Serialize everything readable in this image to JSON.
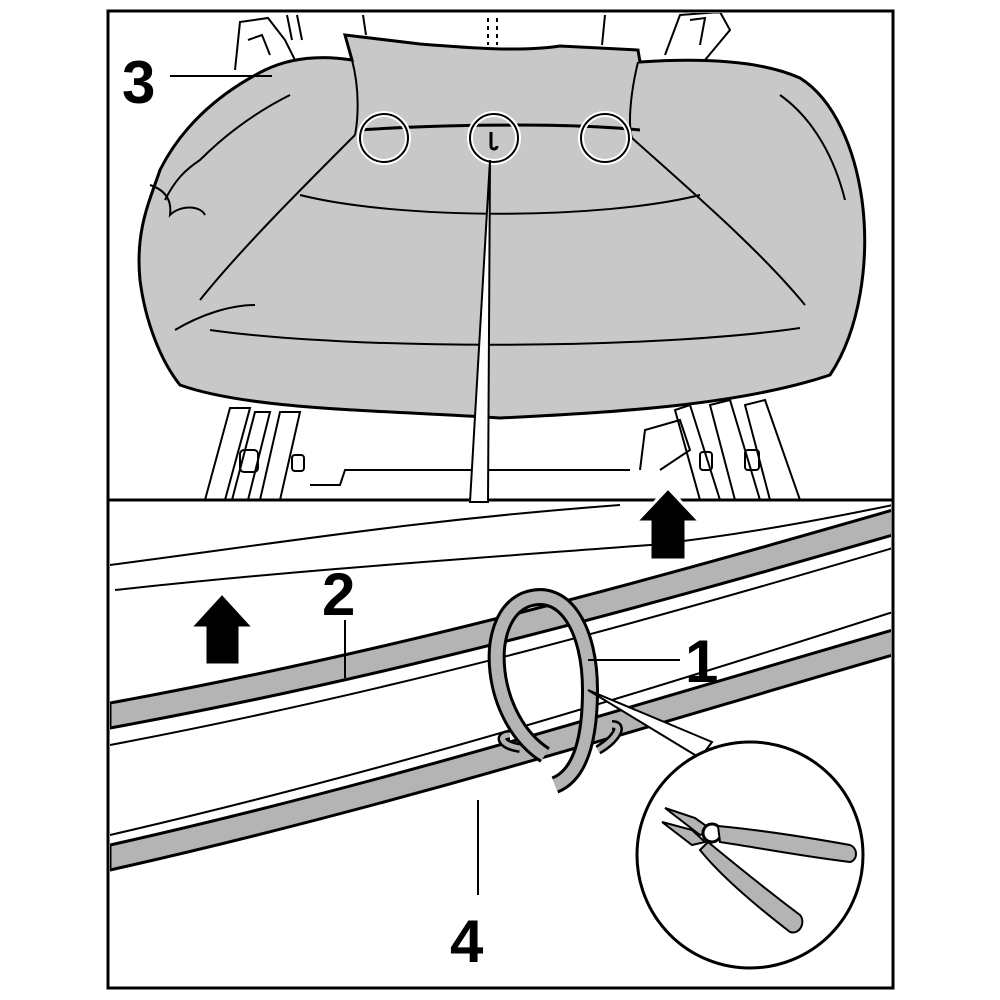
{
  "colors": {
    "background": "#ffffff",
    "line": "#000000",
    "cushion_fill": "#c8c8c8",
    "wire_fill": "#b4b4b4"
  },
  "callouts": {
    "label_1": "1",
    "label_2": "2",
    "label_3": "3",
    "label_4": "4"
  },
  "icons": {
    "arrow": "up-arrow-icon",
    "tool": "side-cutter-pliers-icon",
    "hog_ring": "hog-ring-clip-icon"
  }
}
